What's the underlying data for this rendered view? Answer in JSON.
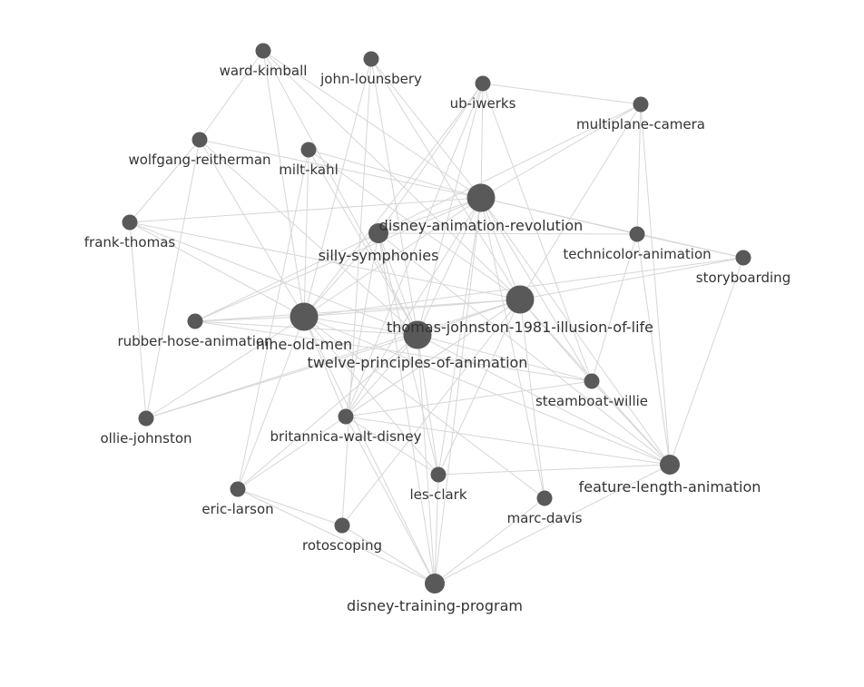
{
  "graph": {
    "nodes": [
      {
        "id": "ward-kimball",
        "label": "ward-kimball",
        "weight": 1
      },
      {
        "id": "john-lounsbery",
        "label": "john-lounsbery",
        "weight": 1
      },
      {
        "id": "ub-iwerks",
        "label": "ub-iwerks",
        "weight": 1
      },
      {
        "id": "multiplane-camera",
        "label": "multiplane-camera",
        "weight": 1
      },
      {
        "id": "wolfgang-reitherman",
        "label": "wolfgang-reitherman",
        "weight": 1
      },
      {
        "id": "milt-kahl",
        "label": "milt-kahl",
        "weight": 1
      },
      {
        "id": "disney-animation-revolution",
        "label": "disney-animation-revolution",
        "weight": 3
      },
      {
        "id": "frank-thomas",
        "label": "frank-thomas",
        "weight": 1
      },
      {
        "id": "silly-symphonies",
        "label": "silly-symphonies",
        "weight": 2
      },
      {
        "id": "technicolor-animation",
        "label": "technicolor-animation",
        "weight": 1
      },
      {
        "id": "storyboarding",
        "label": "storyboarding",
        "weight": 1
      },
      {
        "id": "thomas-johnston-1981-illusion-of-life",
        "label": "thomas-johnston-1981-illusion-of-life",
        "weight": 3
      },
      {
        "id": "rubber-hose-animation",
        "label": "rubber-hose-animation",
        "weight": 1
      },
      {
        "id": "nine-old-men",
        "label": "nine-old-men",
        "weight": 3
      },
      {
        "id": "twelve-principles-of-animation",
        "label": "twelve-principles-of-animation",
        "weight": 3
      },
      {
        "id": "steamboat-willie",
        "label": "steamboat-willie",
        "weight": 1
      },
      {
        "id": "ollie-johnston",
        "label": "ollie-johnston",
        "weight": 1
      },
      {
        "id": "britannica-walt-disney",
        "label": "britannica-walt-disney",
        "weight": 1
      },
      {
        "id": "feature-length-animation",
        "label": "feature-length-animation",
        "weight": 2
      },
      {
        "id": "les-clark",
        "label": "les-clark",
        "weight": 1
      },
      {
        "id": "eric-larson",
        "label": "eric-larson",
        "weight": 1
      },
      {
        "id": "marc-davis",
        "label": "marc-davis",
        "weight": 1
      },
      {
        "id": "rotoscoping",
        "label": "rotoscoping",
        "weight": 1
      },
      {
        "id": "disney-training-program",
        "label": "disney-training-program",
        "weight": 2
      }
    ],
    "edges": [
      [
        "ward-kimball",
        "wolfgang-reitherman"
      ],
      [
        "ward-kimball",
        "nine-old-men"
      ],
      [
        "ward-kimball",
        "disney-animation-revolution"
      ],
      [
        "ward-kimball",
        "twelve-principles-of-animation"
      ],
      [
        "ward-kimball",
        "thomas-johnston-1981-illusion-of-life"
      ],
      [
        "john-lounsbery",
        "nine-old-men"
      ],
      [
        "john-lounsbery",
        "disney-animation-revolution"
      ],
      [
        "john-lounsbery",
        "thomas-johnston-1981-illusion-of-life"
      ],
      [
        "john-lounsbery",
        "twelve-principles-of-animation"
      ],
      [
        "john-lounsbery",
        "rotoscoping"
      ],
      [
        "ub-iwerks",
        "multiplane-camera"
      ],
      [
        "ub-iwerks",
        "disney-animation-revolution"
      ],
      [
        "ub-iwerks",
        "steamboat-willie"
      ],
      [
        "ub-iwerks",
        "silly-symphonies"
      ],
      [
        "ub-iwerks",
        "britannica-walt-disney"
      ],
      [
        "ub-iwerks",
        "nine-old-men"
      ],
      [
        "ub-iwerks",
        "twelve-principles-of-animation"
      ],
      [
        "multiplane-camera",
        "disney-animation-revolution"
      ],
      [
        "multiplane-camera",
        "feature-length-animation"
      ],
      [
        "multiplane-camera",
        "technicolor-animation"
      ],
      [
        "multiplane-camera",
        "silly-symphonies"
      ],
      [
        "multiplane-camera",
        "thomas-johnston-1981-illusion-of-life"
      ],
      [
        "wolfgang-reitherman",
        "nine-old-men"
      ],
      [
        "wolfgang-reitherman",
        "disney-animation-revolution"
      ],
      [
        "wolfgang-reitherman",
        "twelve-principles-of-animation"
      ],
      [
        "wolfgang-reitherman",
        "ollie-johnston"
      ],
      [
        "wolfgang-reitherman",
        "frank-thomas"
      ],
      [
        "milt-kahl",
        "nine-old-men"
      ],
      [
        "milt-kahl",
        "disney-animation-revolution"
      ],
      [
        "milt-kahl",
        "thomas-johnston-1981-illusion-of-life"
      ],
      [
        "milt-kahl",
        "twelve-principles-of-animation"
      ],
      [
        "milt-kahl",
        "eric-larson"
      ],
      [
        "disney-animation-revolution",
        "silly-symphonies"
      ],
      [
        "disney-animation-revolution",
        "technicolor-animation"
      ],
      [
        "disney-animation-revolution",
        "thomas-johnston-1981-illusion-of-life"
      ],
      [
        "disney-animation-revolution",
        "nine-old-men"
      ],
      [
        "disney-animation-revolution",
        "twelve-principles-of-animation"
      ],
      [
        "disney-animation-revolution",
        "feature-length-animation"
      ],
      [
        "disney-animation-revolution",
        "britannica-walt-disney"
      ],
      [
        "disney-animation-revolution",
        "les-clark"
      ],
      [
        "disney-animation-revolution",
        "marc-davis"
      ],
      [
        "disney-animation-revolution",
        "frank-thomas"
      ],
      [
        "disney-animation-revolution",
        "rubber-hose-animation"
      ],
      [
        "disney-animation-revolution",
        "disney-training-program"
      ],
      [
        "disney-animation-revolution",
        "steamboat-willie"
      ],
      [
        "frank-thomas",
        "nine-old-men"
      ],
      [
        "frank-thomas",
        "thomas-johnston-1981-illusion-of-life"
      ],
      [
        "frank-thomas",
        "twelve-principles-of-animation"
      ],
      [
        "frank-thomas",
        "ollie-johnston"
      ],
      [
        "silly-symphonies",
        "technicolor-animation"
      ],
      [
        "silly-symphonies",
        "nine-old-men"
      ],
      [
        "silly-symphonies",
        "twelve-principles-of-animation"
      ],
      [
        "silly-symphonies",
        "britannica-walt-disney"
      ],
      [
        "silly-symphonies",
        "feature-length-animation"
      ],
      [
        "silly-symphonies",
        "rubber-hose-animation"
      ],
      [
        "silly-symphonies",
        "les-clark"
      ],
      [
        "silly-symphonies",
        "disney-training-program"
      ],
      [
        "technicolor-animation",
        "storyboarding"
      ],
      [
        "technicolor-animation",
        "steamboat-willie"
      ],
      [
        "technicolor-animation",
        "feature-length-animation"
      ],
      [
        "storyboarding",
        "nine-old-men"
      ],
      [
        "storyboarding",
        "thomas-johnston-1981-illusion-of-life"
      ],
      [
        "storyboarding",
        "feature-length-animation"
      ],
      [
        "storyboarding",
        "disney-animation-revolution"
      ],
      [
        "thomas-johnston-1981-illusion-of-life",
        "nine-old-men"
      ],
      [
        "thomas-johnston-1981-illusion-of-life",
        "twelve-principles-of-animation"
      ],
      [
        "thomas-johnston-1981-illusion-of-life",
        "steamboat-willie"
      ],
      [
        "thomas-johnston-1981-illusion-of-life",
        "feature-length-animation"
      ],
      [
        "thomas-johnston-1981-illusion-of-life",
        "britannica-walt-disney"
      ],
      [
        "thomas-johnston-1981-illusion-of-life",
        "les-clark"
      ],
      [
        "thomas-johnston-1981-illusion-of-life",
        "marc-davis"
      ],
      [
        "thomas-johnston-1981-illusion-of-life",
        "eric-larson"
      ],
      [
        "thomas-johnston-1981-illusion-of-life",
        "rubber-hose-animation"
      ],
      [
        "thomas-johnston-1981-illusion-of-life",
        "ollie-johnston"
      ],
      [
        "thomas-johnston-1981-illusion-of-life",
        "rotoscoping"
      ],
      [
        "rubber-hose-animation",
        "nine-old-men"
      ],
      [
        "rubber-hose-animation",
        "twelve-principles-of-animation"
      ],
      [
        "rubber-hose-animation",
        "steamboat-willie"
      ],
      [
        "nine-old-men",
        "twelve-principles-of-animation"
      ],
      [
        "nine-old-men",
        "britannica-walt-disney"
      ],
      [
        "nine-old-men",
        "eric-larson"
      ],
      [
        "nine-old-men",
        "les-clark"
      ],
      [
        "nine-old-men",
        "disney-training-program"
      ],
      [
        "nine-old-men",
        "feature-length-animation"
      ],
      [
        "nine-old-men",
        "ollie-johnston"
      ],
      [
        "nine-old-men",
        "marc-davis"
      ],
      [
        "twelve-principles-of-animation",
        "steamboat-willie"
      ],
      [
        "twelve-principles-of-animation",
        "britannica-walt-disney"
      ],
      [
        "twelve-principles-of-animation",
        "les-clark"
      ],
      [
        "twelve-principles-of-animation",
        "disney-training-program"
      ],
      [
        "twelve-principles-of-animation",
        "feature-length-animation"
      ],
      [
        "twelve-principles-of-animation",
        "eric-larson"
      ],
      [
        "twelve-principles-of-animation",
        "ollie-johnston"
      ],
      [
        "steamboat-willie",
        "feature-length-animation"
      ],
      [
        "steamboat-willie",
        "britannica-walt-disney"
      ],
      [
        "britannica-walt-disney",
        "feature-length-animation"
      ],
      [
        "britannica-walt-disney",
        "disney-training-program"
      ],
      [
        "britannica-walt-disney",
        "les-clark"
      ],
      [
        "feature-length-animation",
        "les-clark"
      ],
      [
        "feature-length-animation",
        "disney-training-program"
      ],
      [
        "les-clark",
        "disney-training-program"
      ],
      [
        "eric-larson",
        "disney-training-program"
      ],
      [
        "eric-larson",
        "rotoscoping"
      ],
      [
        "marc-davis",
        "disney-training-program"
      ],
      [
        "rotoscoping",
        "disney-training-program"
      ]
    ]
  }
}
